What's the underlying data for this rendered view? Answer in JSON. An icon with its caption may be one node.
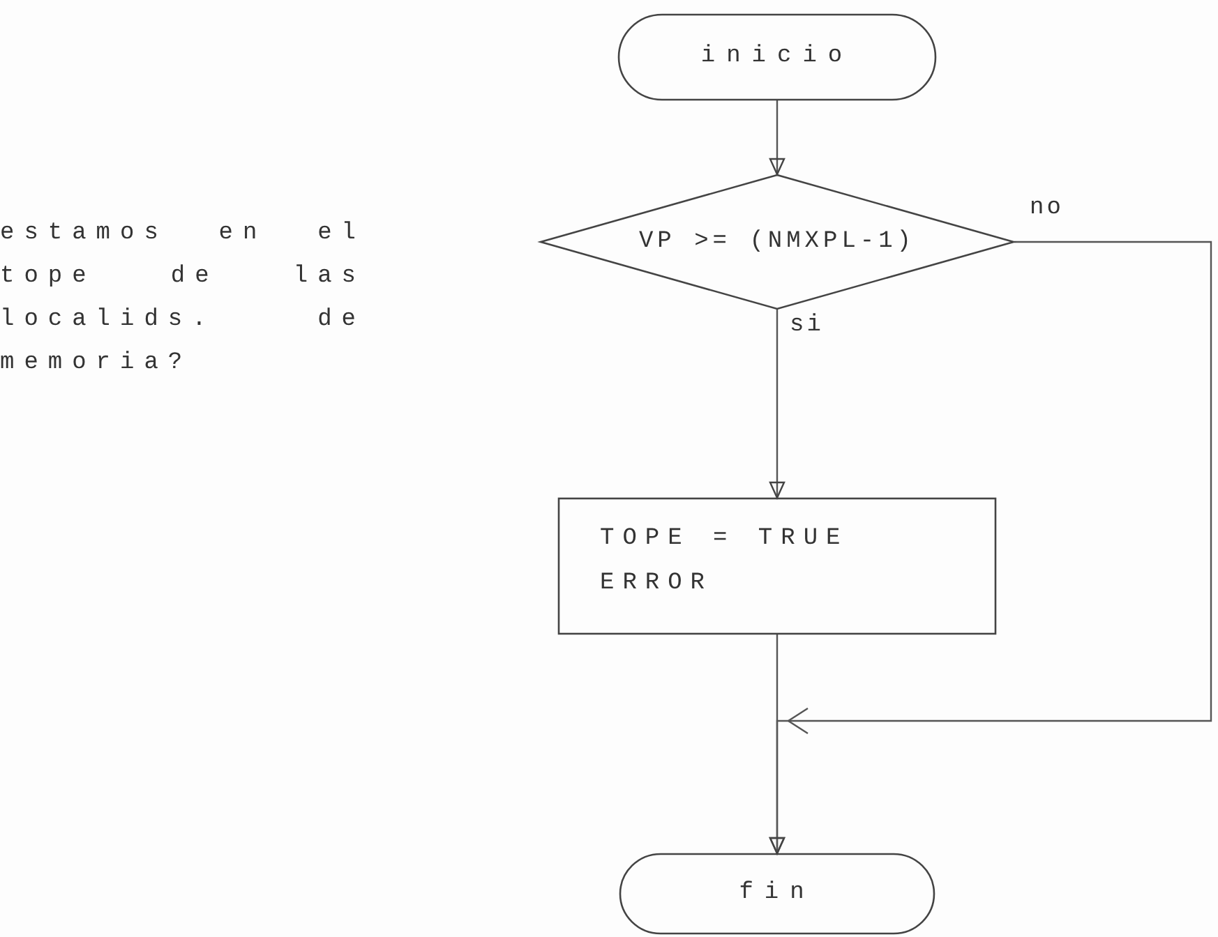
{
  "diagram": {
    "nodes": [
      {
        "text": [
          "inicio"
        ]
      },
      {
        "text": [
          "VP >= (NMXPL-1)"
        ]
      },
      {
        "text": [
          "TOPE = TRUE",
          "ERROR"
        ]
      },
      {
        "text": [
          "fin"
        ]
      }
    ],
    "edges": [
      {
        "from": 0,
        "to": 1,
        "arrow": "to"
      },
      {
        "from": 1,
        "to": 2,
        "arrow": "to",
        "label": "si"
      },
      {
        "from": 2,
        "to": 3,
        "arrow": "to"
      },
      {
        "from": 1,
        "to": 3,
        "arrow": "to",
        "label": "no"
      }
    ],
    "labels": [
      "estamos en el tope de las localids. de memoria?"
    ]
  }
}
